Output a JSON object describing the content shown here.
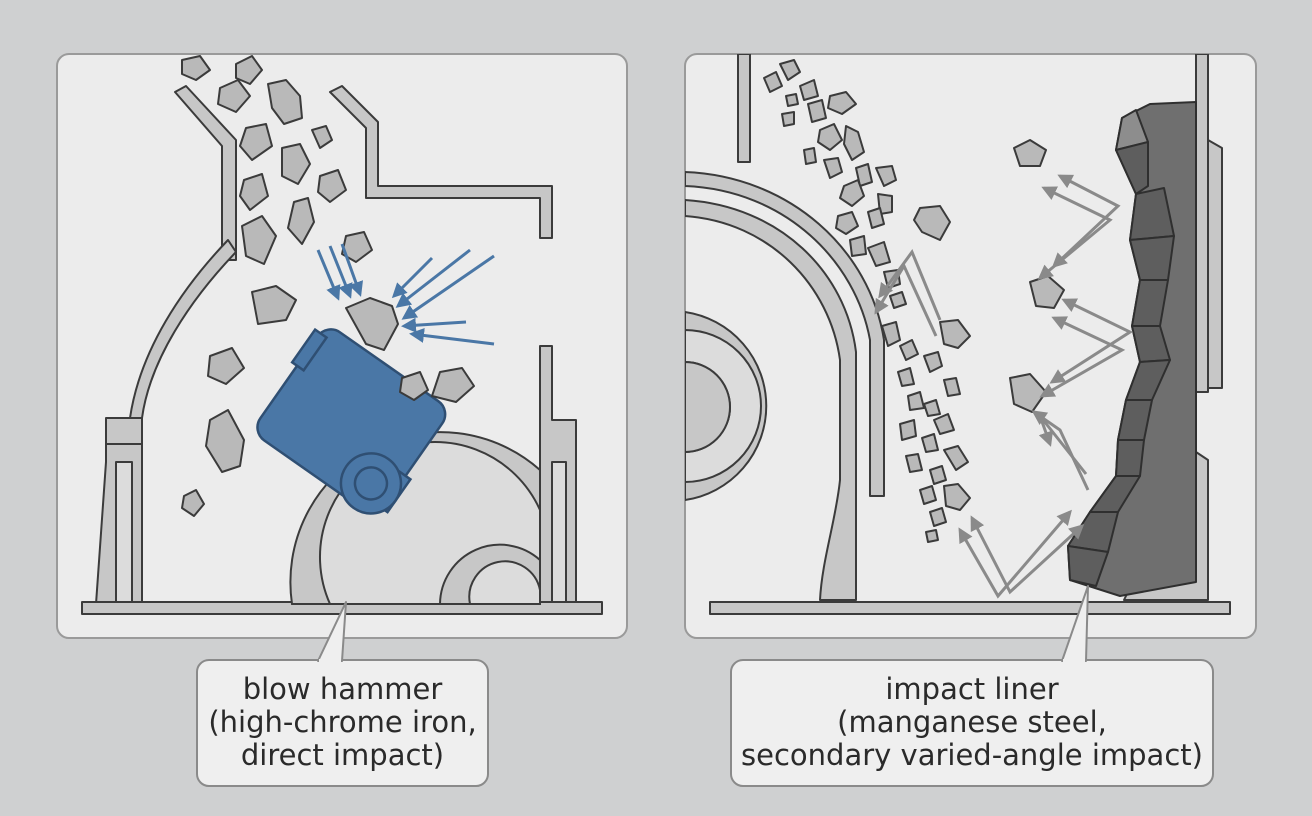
{
  "panels": [
    {
      "id": "left",
      "label_lines": [
        "blow hammer",
        "(high-chrome iron,",
        "direct impact)"
      ]
    },
    {
      "id": "right",
      "label_lines": [
        "impact liner",
        "(manganese steel,",
        "secondary varied-angle impact)"
      ]
    }
  ],
  "colors": {
    "background": "#cfd0d1",
    "panel_fill": "#ececec",
    "wall": "#c7c7c7",
    "outline": "#3b3b3b",
    "hammer": "#4a77a6",
    "blue_arrow": "#4a77a6",
    "gray_arrow": "#8a8a8a",
    "rock": "#b9b9b9",
    "liner": "#6f6f6f"
  }
}
